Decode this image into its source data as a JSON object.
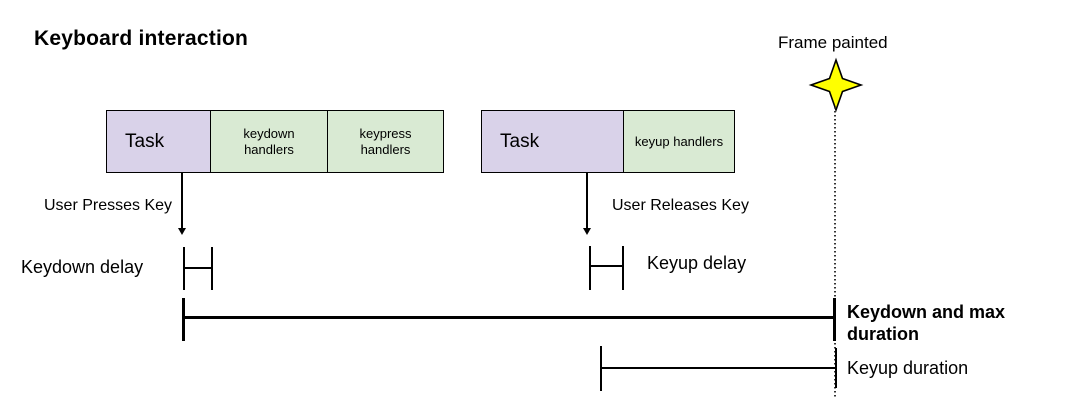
{
  "title": "Keyboard interaction",
  "frame_painted": {
    "label": "Frame painted",
    "star_icon": "four-point-star",
    "star_color": "#ffff00"
  },
  "palette": {
    "task_fill": "#d9d2e9",
    "handlers_fill": "#d9ead3",
    "outline": "#000000",
    "line_color": "#000000"
  },
  "blocks": [
    {
      "name": "keydown task block",
      "cells": [
        {
          "label": "Task"
        },
        {
          "label": "keydown handlers"
        },
        {
          "label": "keypress handlers"
        }
      ]
    },
    {
      "name": "keyup task block",
      "cells": [
        {
          "label": "Task"
        },
        {
          "label": "keyup handlers"
        }
      ]
    }
  ],
  "events": {
    "press_label": "User Presses Key",
    "release_label": "User Releases Key"
  },
  "metrics": {
    "keydown_delay": "Keydown delay",
    "keyup_delay": "Keyup delay",
    "keydown_duration": "Keydown and max duration",
    "keyup_duration": "Keyup duration"
  }
}
